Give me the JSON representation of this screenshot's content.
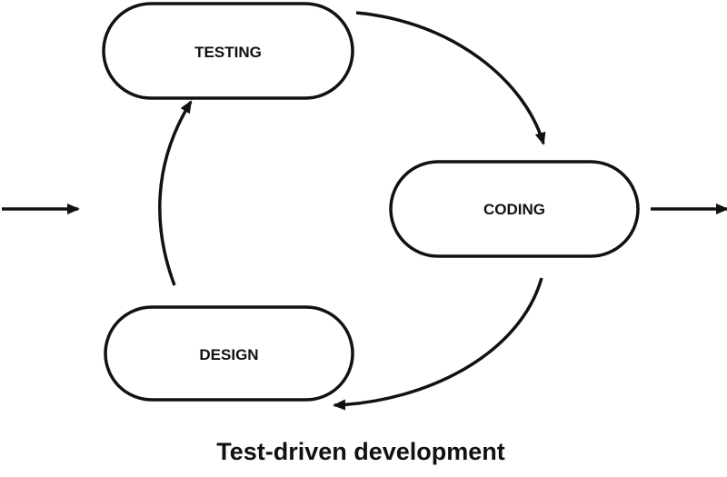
{
  "diagram": {
    "nodes": {
      "testing": "TESTING",
      "coding": "CODING",
      "design": "DESIGN"
    },
    "caption": "Test-driven development",
    "stroke_color": "#111111"
  }
}
